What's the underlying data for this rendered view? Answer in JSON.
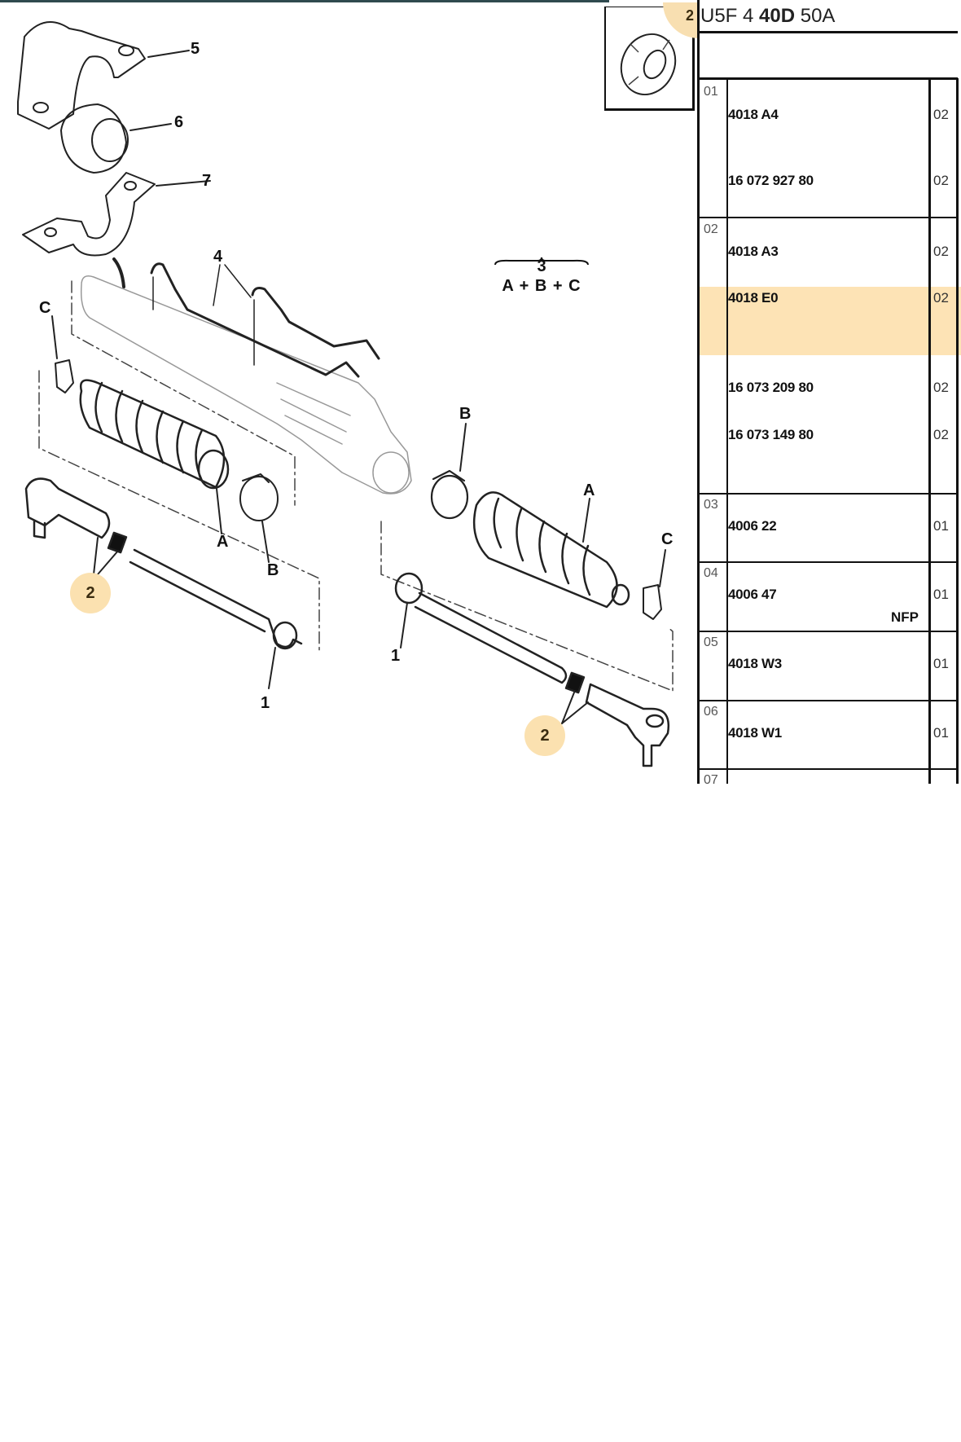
{
  "header": {
    "title_prefix": "U5F 4 ",
    "title_bold": "40D",
    "title_suffix": " 50A"
  },
  "inset": {
    "badge": "2",
    "icon": "hex-nut-icon"
  },
  "diagram": {
    "callouts": [
      {
        "id": "5",
        "label": "5"
      },
      {
        "id": "6",
        "label": "6"
      },
      {
        "id": "7",
        "label": "7"
      },
      {
        "id": "4",
        "label": "4"
      },
      {
        "id": "C-left",
        "label": "C"
      },
      {
        "id": "A-left",
        "label": "A"
      },
      {
        "id": "B-left",
        "label": "B"
      },
      {
        "id": "1-left",
        "label": "1"
      },
      {
        "id": "2-left",
        "label": "2"
      },
      {
        "id": "B-right",
        "label": "B"
      },
      {
        "id": "A-right",
        "label": "A"
      },
      {
        "id": "C-right",
        "label": "C"
      },
      {
        "id": "1-right",
        "label": "1"
      },
      {
        "id": "2-right",
        "label": "2"
      }
    ],
    "kit": {
      "number": "3",
      "formula": "A + B + C"
    }
  },
  "parts_table": {
    "rows": [
      {
        "ref": "01",
        "entries": [
          {
            "part": "4018 A4",
            "qty": "02"
          },
          {
            "part": "16 072 927 80",
            "qty": "02"
          }
        ]
      },
      {
        "ref": "02",
        "entries": [
          {
            "part": "4018 A3",
            "qty": "02"
          },
          {
            "part": "4018 E0",
            "qty": "02",
            "highlighted": true
          },
          {
            "part": "16 073 209 80",
            "qty": "02"
          },
          {
            "part": "16 073 149 80",
            "qty": "02"
          }
        ]
      },
      {
        "ref": "03",
        "entries": [
          {
            "part": "4006 22",
            "qty": "01"
          }
        ]
      },
      {
        "ref": "04",
        "entries": [
          {
            "part": "4006 47",
            "qty": "01",
            "note": "NFP"
          }
        ]
      },
      {
        "ref": "05",
        "entries": [
          {
            "part": "4018 W3",
            "qty": "01"
          }
        ]
      },
      {
        "ref": "06",
        "entries": [
          {
            "part": "4018 W1",
            "qty": "01"
          }
        ]
      },
      {
        "ref": "07",
        "entries": []
      }
    ]
  },
  "colors": {
    "highlight": "#fde3b5",
    "badge": "#fbe1b0",
    "top_rule": "#2f4a4f"
  }
}
